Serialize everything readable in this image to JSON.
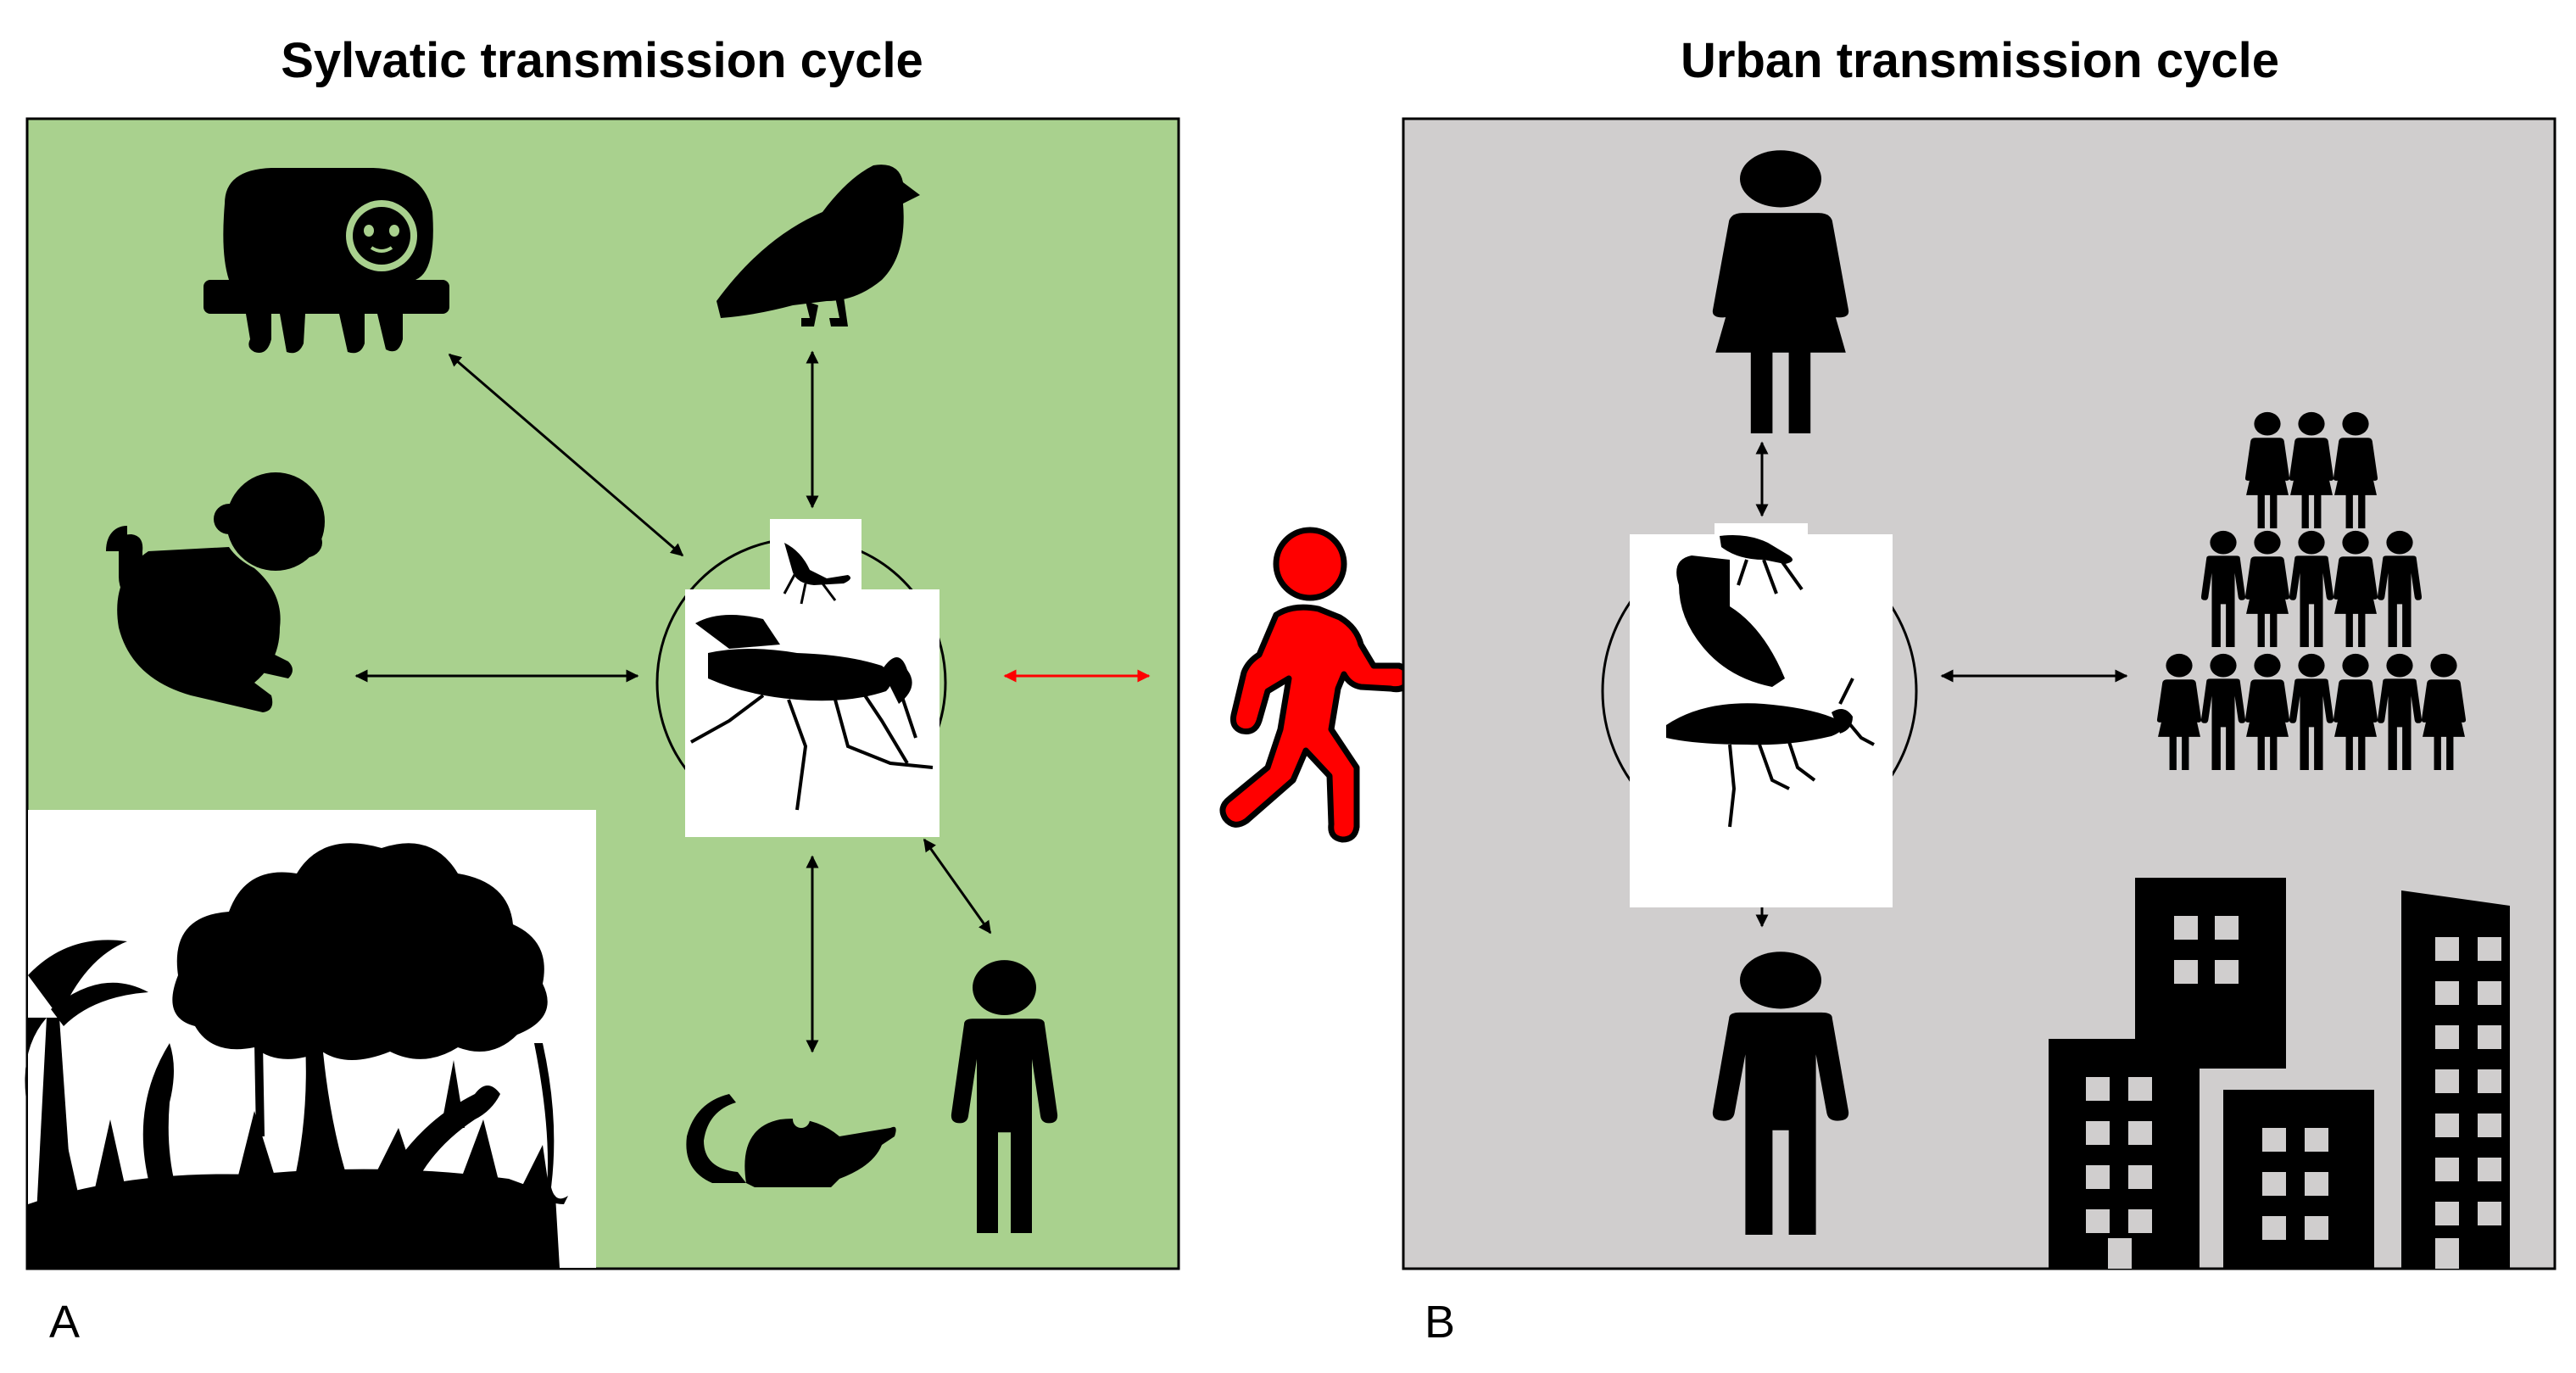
{
  "panels": {
    "sylvatic": {
      "title": "Sylvatic transmission cycle",
      "letter": "A",
      "background": "#a9d18e",
      "icons": [
        "sloth-icon",
        "bird-icon",
        "monkey-icon",
        "mosquito-icon",
        "rodent-icon",
        "person-icon",
        "forest-icon"
      ]
    },
    "urban": {
      "title": "Urban transmission cycle",
      "letter": "B",
      "background": "#d0cece",
      "icons": [
        "woman-icon",
        "mosquito-icon",
        "crowd-icon",
        "person-icon",
        "buildings-icon"
      ]
    }
  },
  "bridge": {
    "icon": "walking-person-icon",
    "color": "#ff0000"
  },
  "colors": {
    "arrow": "#000000",
    "bridge_arrow": "#ff0000",
    "silhouette": "#000000"
  }
}
